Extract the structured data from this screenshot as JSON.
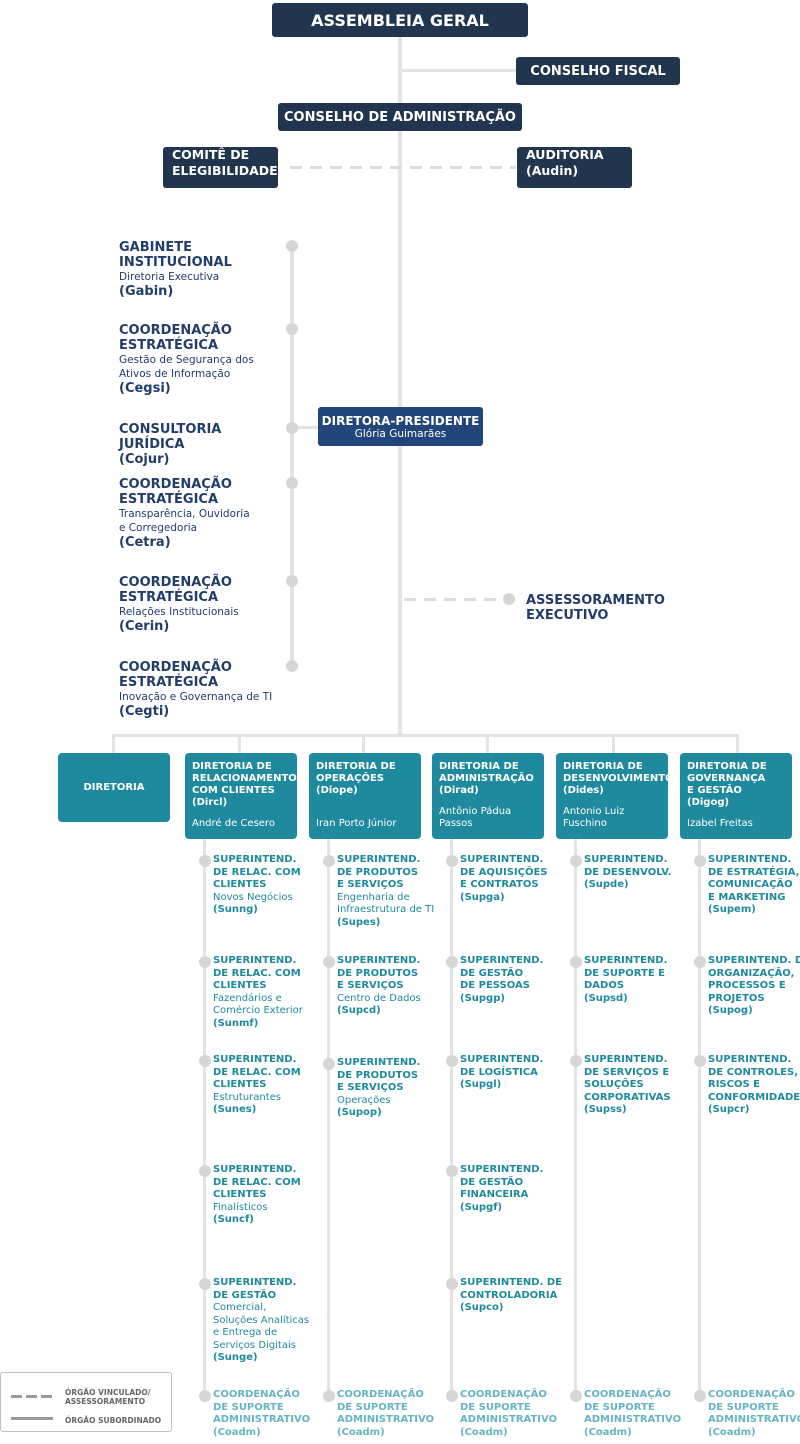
{
  "top": {
    "assembleia": "ASSEMBLEIA GERAL",
    "conselho_fiscal": "CONSELHO FISCAL",
    "conselho_admin": "CONSELHO DE ADMINISTRAÇÃO",
    "comite_l1": "COMITÊ DE",
    "comite_l2": "ELEGIBILIDADE",
    "auditoria_l1": "AUDITORIA",
    "auditoria_l2": "(Audin)"
  },
  "left_units": [
    {
      "title": [
        "GABINETE",
        "INSTITUCIONAL"
      ],
      "desc": [
        "Diretoria Executiva"
      ],
      "code": "(Gabin)"
    },
    {
      "title": [
        "COORDENAÇÃO",
        "ESTRATÉGICA"
      ],
      "desc": [
        "Gestão de Segurança dos",
        "Ativos de Informação"
      ],
      "code": "(Cegsi)"
    },
    {
      "title": [
        "CONSULTORIA JURÍDICA"
      ],
      "desc": [],
      "code": "(Cojur)"
    },
    {
      "title": [
        "COORDENAÇÃO",
        "ESTRATÉGICA"
      ],
      "desc": [
        "Transparência, Ouvidoria",
        "e Corregedoria"
      ],
      "code": "(Cetra)"
    },
    {
      "title": [
        "COORDENAÇÃO",
        "ESTRATÉGICA"
      ],
      "desc": [
        "Relações Institucionais"
      ],
      "code": "(Cerin)"
    },
    {
      "title": [
        "COORDENAÇÃO",
        "ESTRATÉGICA"
      ],
      "desc": [
        "Inovação e Governança de TI"
      ],
      "code": "(Cegti)"
    }
  ],
  "presidente": {
    "title": "DIRETORA-PRESIDENTE",
    "name": "Glória Guimarães"
  },
  "assessoramento": [
    "ASSESSORAMENTO",
    "EXECUTIVO"
  ],
  "diretoria_label": "DIRETORIA",
  "directorates": [
    {
      "title": [
        "DIRETORIA DE",
        "RELACIONAMENTO",
        "COM CLIENTES",
        "(Dircl)"
      ],
      "person": "André de Cesero",
      "units": [
        {
          "title": [
            "SUPERINTEND.",
            "DE RELAC. COM",
            "CLIENTES"
          ],
          "desc": [
            "Novos Negócios"
          ],
          "code": "(Sunng)"
        },
        {
          "title": [
            "SUPERINTEND.",
            "DE RELAC. COM",
            "CLIENTES"
          ],
          "desc": [
            "Fazendários e",
            "Comércio Exterior"
          ],
          "code": "(Sunmf)"
        },
        {
          "title": [
            "SUPERINTEND.",
            "DE RELAC. COM",
            "CLIENTES"
          ],
          "desc": [
            "Estruturantes"
          ],
          "code": "(Sunes)"
        },
        {
          "title": [
            "SUPERINTEND.",
            "DE RELAC. COM",
            "CLIENTES"
          ],
          "desc": [
            "Finalísticos"
          ],
          "code": "(Suncf)"
        },
        {
          "title": [
            "SUPERINTEND.",
            "DE GESTÃO"
          ],
          "desc": [
            "Comercial,",
            "Soluções Analíticas",
            "e Entrega de",
            "Serviços Digitais"
          ],
          "code": "(Sunge)"
        }
      ],
      "coord": {
        "title": [
          "COORDENAÇÃO",
          "DE SUPORTE",
          "ADMINISTRATIVO"
        ],
        "code": "(Coadm)"
      }
    },
    {
      "title": [
        "DIRETORIA DE",
        "OPERAÇÕES",
        "(Diope)"
      ],
      "person": "Iran Porto Júnior",
      "units": [
        {
          "title": [
            "SUPERINTEND.",
            "DE PRODUTOS",
            "E SERVIÇOS"
          ],
          "desc": [
            "Engenharia de",
            "Infraestrutura de TI"
          ],
          "code": "(Supes)"
        },
        {
          "title": [
            "SUPERINTEND.",
            "DE PRODUTOS",
            "E SERVIÇOS"
          ],
          "desc": [
            "Centro de Dados"
          ],
          "code": "(Supcd)"
        },
        {
          "title": [
            "SUPERINTEND.",
            "DE PRODUTOS",
            "E SERVIÇOS"
          ],
          "desc": [
            "Operações"
          ],
          "code": "(Supop)"
        }
      ],
      "coord": {
        "title": [
          "COORDENAÇÃO",
          "DE SUPORTE",
          "ADMINISTRATIVO"
        ],
        "code": "(Coadm)"
      }
    },
    {
      "title": [
        "DIRETORIA DE",
        "ADMINISTRAÇÃO",
        "(Dirad)"
      ],
      "person": "Antônio Pádua Passos",
      "units": [
        {
          "title": [
            "SUPERINTEND.",
            "DE AQUISIÇÕES",
            "E CONTRATOS"
          ],
          "desc": [],
          "code": "(Supga)"
        },
        {
          "title": [
            "SUPERINTEND.",
            "DE GESTÃO",
            "DE PESSOAS"
          ],
          "desc": [],
          "code": "(Supgp)"
        },
        {
          "title": [
            "SUPERINTEND.",
            "DE LOGÍSTICA"
          ],
          "desc": [],
          "code": "(Supgl)"
        },
        {
          "title": [
            "SUPERINTEND.",
            "DE GESTÃO",
            "FINANCEIRA"
          ],
          "desc": [],
          "code": "(Supgf)"
        },
        {
          "title": [
            "SUPERINTEND. DE",
            "CONTROLADORIA"
          ],
          "desc": [],
          "code": "(Supco)"
        }
      ],
      "coord": {
        "title": [
          "COORDENAÇÃO",
          "DE SUPORTE",
          "ADMINISTRATIVO"
        ],
        "code": "(Coadm)"
      }
    },
    {
      "title": [
        "DIRETORIA DE",
        "DESENVOLVIMENTO",
        "(Dides)"
      ],
      "person": "Antonio Luiz Fuschino",
      "units": [
        {
          "title": [
            "SUPERINTEND.",
            "DE DESENVOLV."
          ],
          "desc": [],
          "code": "(Supde)"
        },
        {
          "title": [
            "SUPERINTEND.",
            "DE SUPORTE E",
            "DADOS"
          ],
          "desc": [],
          "code": "(Supsd)"
        },
        {
          "title": [
            "SUPERINTEND.",
            "DE SERVIÇOS E",
            "SOLUÇÕES",
            "CORPORATIVAS"
          ],
          "desc": [],
          "code": "(Supss)"
        }
      ],
      "coord": {
        "title": [
          "COORDENAÇÃO",
          "DE SUPORTE",
          "ADMINISTRATIVO"
        ],
        "code": "(Coadm)"
      }
    },
    {
      "title": [
        "DIRETORIA DE",
        "GOVERNANÇA",
        "E GESTÃO",
        "(Digog)"
      ],
      "person": "Izabel Freitas",
      "units": [
        {
          "title": [
            "SUPERINTEND.",
            "DE ESTRATÉGIA,",
            "COMUNICAÇÃO",
            "E MARKETING"
          ],
          "desc": [],
          "code": "(Supem)"
        },
        {
          "title": [
            "SUPERINTEND. DE",
            "ORGANIZAÇÃO,",
            "PROCESSOS E",
            "PROJETOS"
          ],
          "desc": [],
          "code": "(Supog)"
        },
        {
          "title": [
            "SUPERINTEND.",
            "DE CONTROLES,",
            "RISCOS E",
            "CONFORMIDADE"
          ],
          "desc": [],
          "code": "(Supcr)"
        }
      ],
      "coord": {
        "title": [
          "COORDENAÇÃO",
          "DE SUPORTE",
          "ADMINISTRATIVO"
        ],
        "code": "(Coadm)"
      }
    }
  ],
  "legend": {
    "linked_l1": "ÓRGÃO VINCULADO/",
    "linked_l2": "ASSESSORAMENTO",
    "subordinate": "ÓRGÃO SUBORDINADO"
  }
}
